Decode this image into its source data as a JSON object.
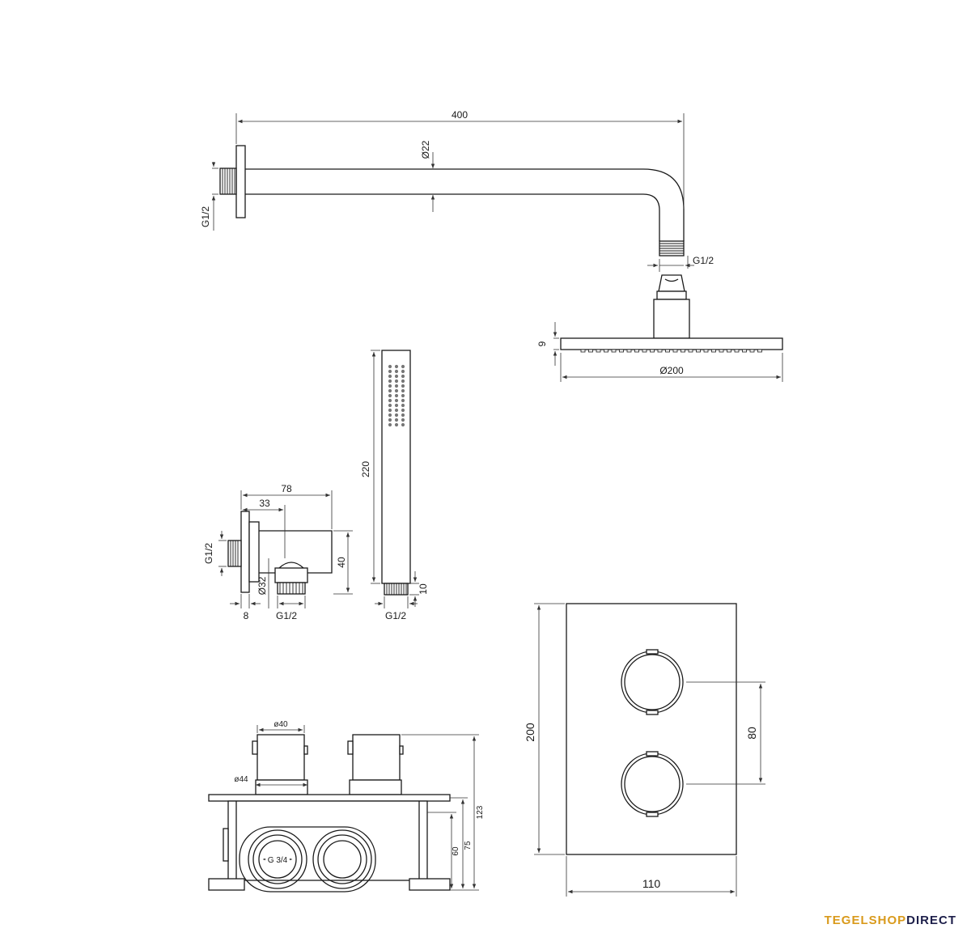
{
  "labels": {
    "arm_length": "400",
    "arm_diameter": "Ø22",
    "wall_thread": "G1/2",
    "head_thread": "G1/2",
    "head_thickness": "9",
    "head_diameter": "Ø200",
    "hand_length": "220",
    "hand_bottom": "10",
    "hand_thread": "G1/2",
    "elbow_width": "78",
    "elbow_offset": "33",
    "elbow_wall_thread": "G1/2",
    "elbow_height": "40",
    "elbow_diameter": "Ø32",
    "elbow_flange": "8",
    "elbow_bottom_thread": "G1/2",
    "box_knob_d40": "ø40",
    "box_knob_d44": "ø44",
    "box_inlet": "G 3/4",
    "box_h123": "123",
    "box_h75": "75",
    "box_h60": "60",
    "plate_height": "200",
    "plate_spacing": "80",
    "plate_width": "110"
  },
  "brand": {
    "part1": "TEGELSHOP",
    "part2": "DIRECT"
  }
}
